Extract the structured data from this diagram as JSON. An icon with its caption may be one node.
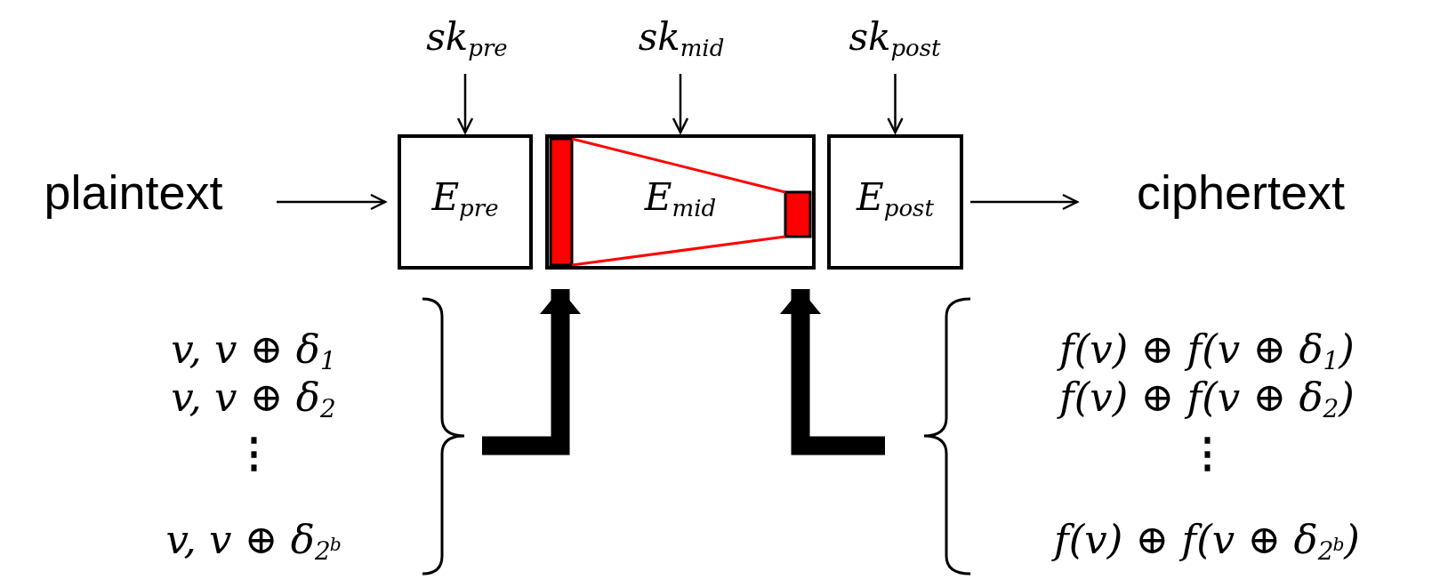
{
  "diagram": {
    "nodes": [
      {
        "text": [
          "plaintext"
        ]
      },
      {
        "text": [
          "E$_{pre}$"
        ]
      },
      {
        "text": [
          "E$_{mid}$"
        ]
      },
      {
        "text": [
          "E$_{post}$"
        ]
      },
      {
        "text": [
          "ciphertext"
        ]
      },
      {
        "text": [
          "sk$_{pre}$"
        ]
      },
      {
        "text": [
          "sk$_{mid}$"
        ]
      },
      {
        "text": [
          "sk$_{post}$"
        ]
      },
      {
        "text": [
          "v, v ⊕ δ$_{1}$",
          "v, v ⊕ δ$_{2}$",
          "⋮",
          "v, v ⊕ δ$_{2}$$^{b}$"
        ]
      },
      {
        "text": [
          "f(v) ⊕ f(v ⊕ δ$_{1}$)",
          "f(v) ⊕ f(v ⊕ δ$_{2}$)",
          "⋮",
          "f(v) ⊕ f(v ⊕ δ$_{2}$$^{b}$)"
        ]
      }
    ],
    "edges": [
      {
        "from": 0,
        "to": 1,
        "arrow": "to"
      },
      {
        "from": 3,
        "to": 4,
        "arrow": "to"
      },
      {
        "from": 5,
        "to": 1,
        "arrow": "to"
      },
      {
        "from": 6,
        "to": 2,
        "arrow": "to"
      },
      {
        "from": 7,
        "to": 3,
        "arrow": "to"
      },
      {
        "from": 8,
        "to": 2,
        "arrow": "to",
        "style": "thick"
      },
      {
        "from": 9,
        "to": 2,
        "arrow": "to",
        "style": "thick"
      }
    ]
  }
}
